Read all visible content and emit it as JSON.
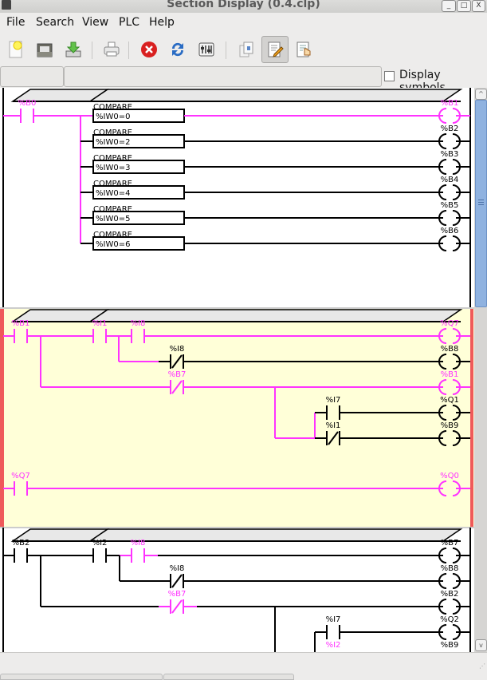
{
  "window": {
    "title": "Section Display (0.4.clp)",
    "buttons": [
      "minimize",
      "maximize",
      "close"
    ]
  },
  "menu": [
    "File",
    "Search",
    "View",
    "PLC",
    "Help"
  ],
  "toolbar": [
    {
      "icon": "new-file-icon",
      "label": "New"
    },
    {
      "icon": "open-folder-icon",
      "label": "Open"
    },
    {
      "icon": "save-download-icon",
      "label": "Save"
    },
    {
      "icon": "print-icon",
      "label": "Print"
    },
    {
      "icon": "stop-icon",
      "label": "Stop"
    },
    {
      "icon": "refresh-icon",
      "label": "Reset"
    },
    {
      "icon": "config-icon",
      "label": "Configure"
    },
    {
      "icon": "copy-pages-icon",
      "label": "Sections"
    },
    {
      "icon": "edit-pencil-icon",
      "label": "Edit",
      "active": true
    },
    {
      "icon": "hand-pointer-icon",
      "label": "Inspect"
    }
  ],
  "status": {
    "field1": "",
    "field2": "",
    "display_symbols_label": "Display symbols",
    "display_symbols_checked": false
  },
  "colors": {
    "active": "#ff33ff",
    "inactive": "#000000",
    "selected_rung_bg": "#ffffd8",
    "selected_rung_border": "#ef5a5a",
    "scroll_thumb": "#8fb2e0"
  },
  "rungs": [
    {
      "selected": false,
      "inputs": [
        {
          "label": "%B0",
          "type": "NO",
          "active": true
        }
      ],
      "compares": [
        "%IW0=0",
        "%IW0=2",
        "%IW0=3",
        "%IW0=4",
        "%IW0=5",
        "%IW0=6"
      ],
      "compare_label": "COMPARE",
      "coils": [
        {
          "label": "%B1",
          "active": true
        },
        {
          "label": "%B2",
          "active": false
        },
        {
          "label": "%B3",
          "active": false
        },
        {
          "label": "%B4",
          "active": false
        },
        {
          "label": "%B5",
          "active": false
        },
        {
          "label": "%B6",
          "active": false
        }
      ]
    },
    {
      "selected": true,
      "contacts": [
        {
          "label": "%B1",
          "type": "NO",
          "active": true
        },
        {
          "label": "%I1",
          "type": "NO",
          "active": true
        },
        {
          "label": "%I8",
          "type": "NO",
          "active": true
        },
        {
          "label": "%I8",
          "type": "NC",
          "active": false
        },
        {
          "label": "%B7",
          "type": "NC",
          "active": true
        },
        {
          "label": "%I7",
          "type": "NO",
          "active": false
        },
        {
          "label": "%I1",
          "type": "NC",
          "active": false
        },
        {
          "label": "%Q7",
          "type": "NO",
          "active": true
        }
      ],
      "coils": [
        {
          "label": "%Q7",
          "active": true
        },
        {
          "label": "%B8",
          "active": false
        },
        {
          "label": "%B1",
          "active": true
        },
        {
          "label": "%Q1",
          "active": false
        },
        {
          "label": "%B9",
          "active": false
        },
        {
          "label": "%Q0",
          "active": true
        }
      ]
    },
    {
      "selected": false,
      "contacts": [
        {
          "label": "%B2",
          "type": "NO",
          "active": false
        },
        {
          "label": "%I2",
          "type": "NO",
          "active": false
        },
        {
          "label": "%I8",
          "type": "NO",
          "active": true
        },
        {
          "label": "%I8",
          "type": "NC",
          "active": false
        },
        {
          "label": "%B7",
          "type": "NC",
          "active": true
        },
        {
          "label": "%I7",
          "type": "NO",
          "active": false
        },
        {
          "label": "%I2",
          "type": "NC",
          "active": true
        }
      ],
      "coils": [
        {
          "label": "%B7",
          "active": false
        },
        {
          "label": "%B8",
          "active": false
        },
        {
          "label": "%B2",
          "active": false
        },
        {
          "label": "%Q2",
          "active": false
        },
        {
          "label": "%B9",
          "active": false
        }
      ]
    }
  ]
}
